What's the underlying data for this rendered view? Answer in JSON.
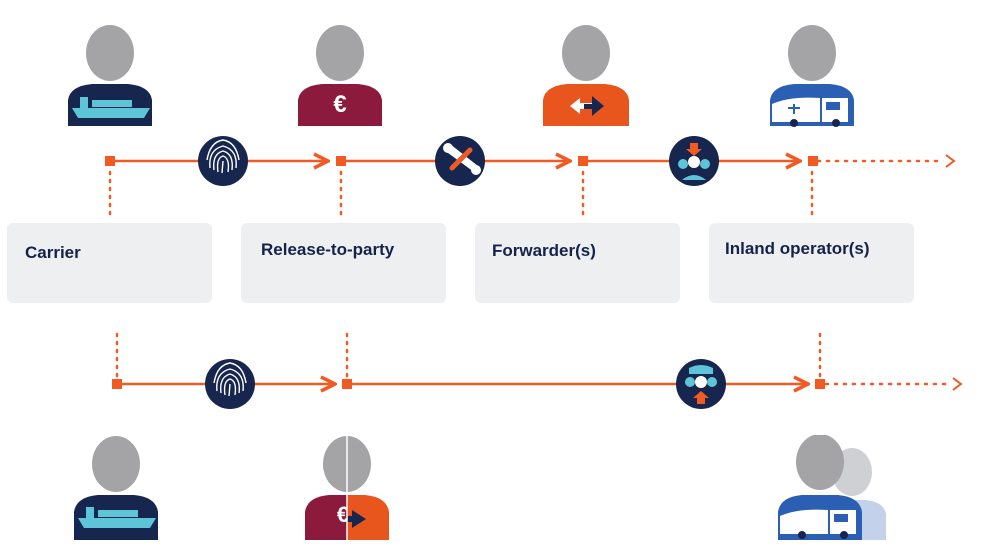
{
  "roles": [
    {
      "id": "carrier",
      "label": "Carrier"
    },
    {
      "id": "release",
      "label": "Release-to-party"
    },
    {
      "id": "forwarder",
      "label": "Forwarder(s)"
    },
    {
      "id": "inland",
      "label": "Inland operator(s)"
    }
  ],
  "colors": {
    "flow": "#f15a22",
    "navy": "#17264f",
    "maroon": "#8b1a3c",
    "orange": "#e8561e",
    "blue": "#2b5fb4",
    "grey": "#a4a4a6",
    "box": "#eeeff1",
    "label": "#15224a"
  },
  "icons": {
    "handover": "fingerprint-icon",
    "transfer": "wrench-icon",
    "assign": "crowd-arrow-down-icon",
    "assign_up": "crowd-arrow-up-icon",
    "currency": "euro-icon",
    "swap": "double-arrow-icon",
    "ship": "ship-icon",
    "truck": "truck-icon"
  },
  "currency_symbol": "€"
}
